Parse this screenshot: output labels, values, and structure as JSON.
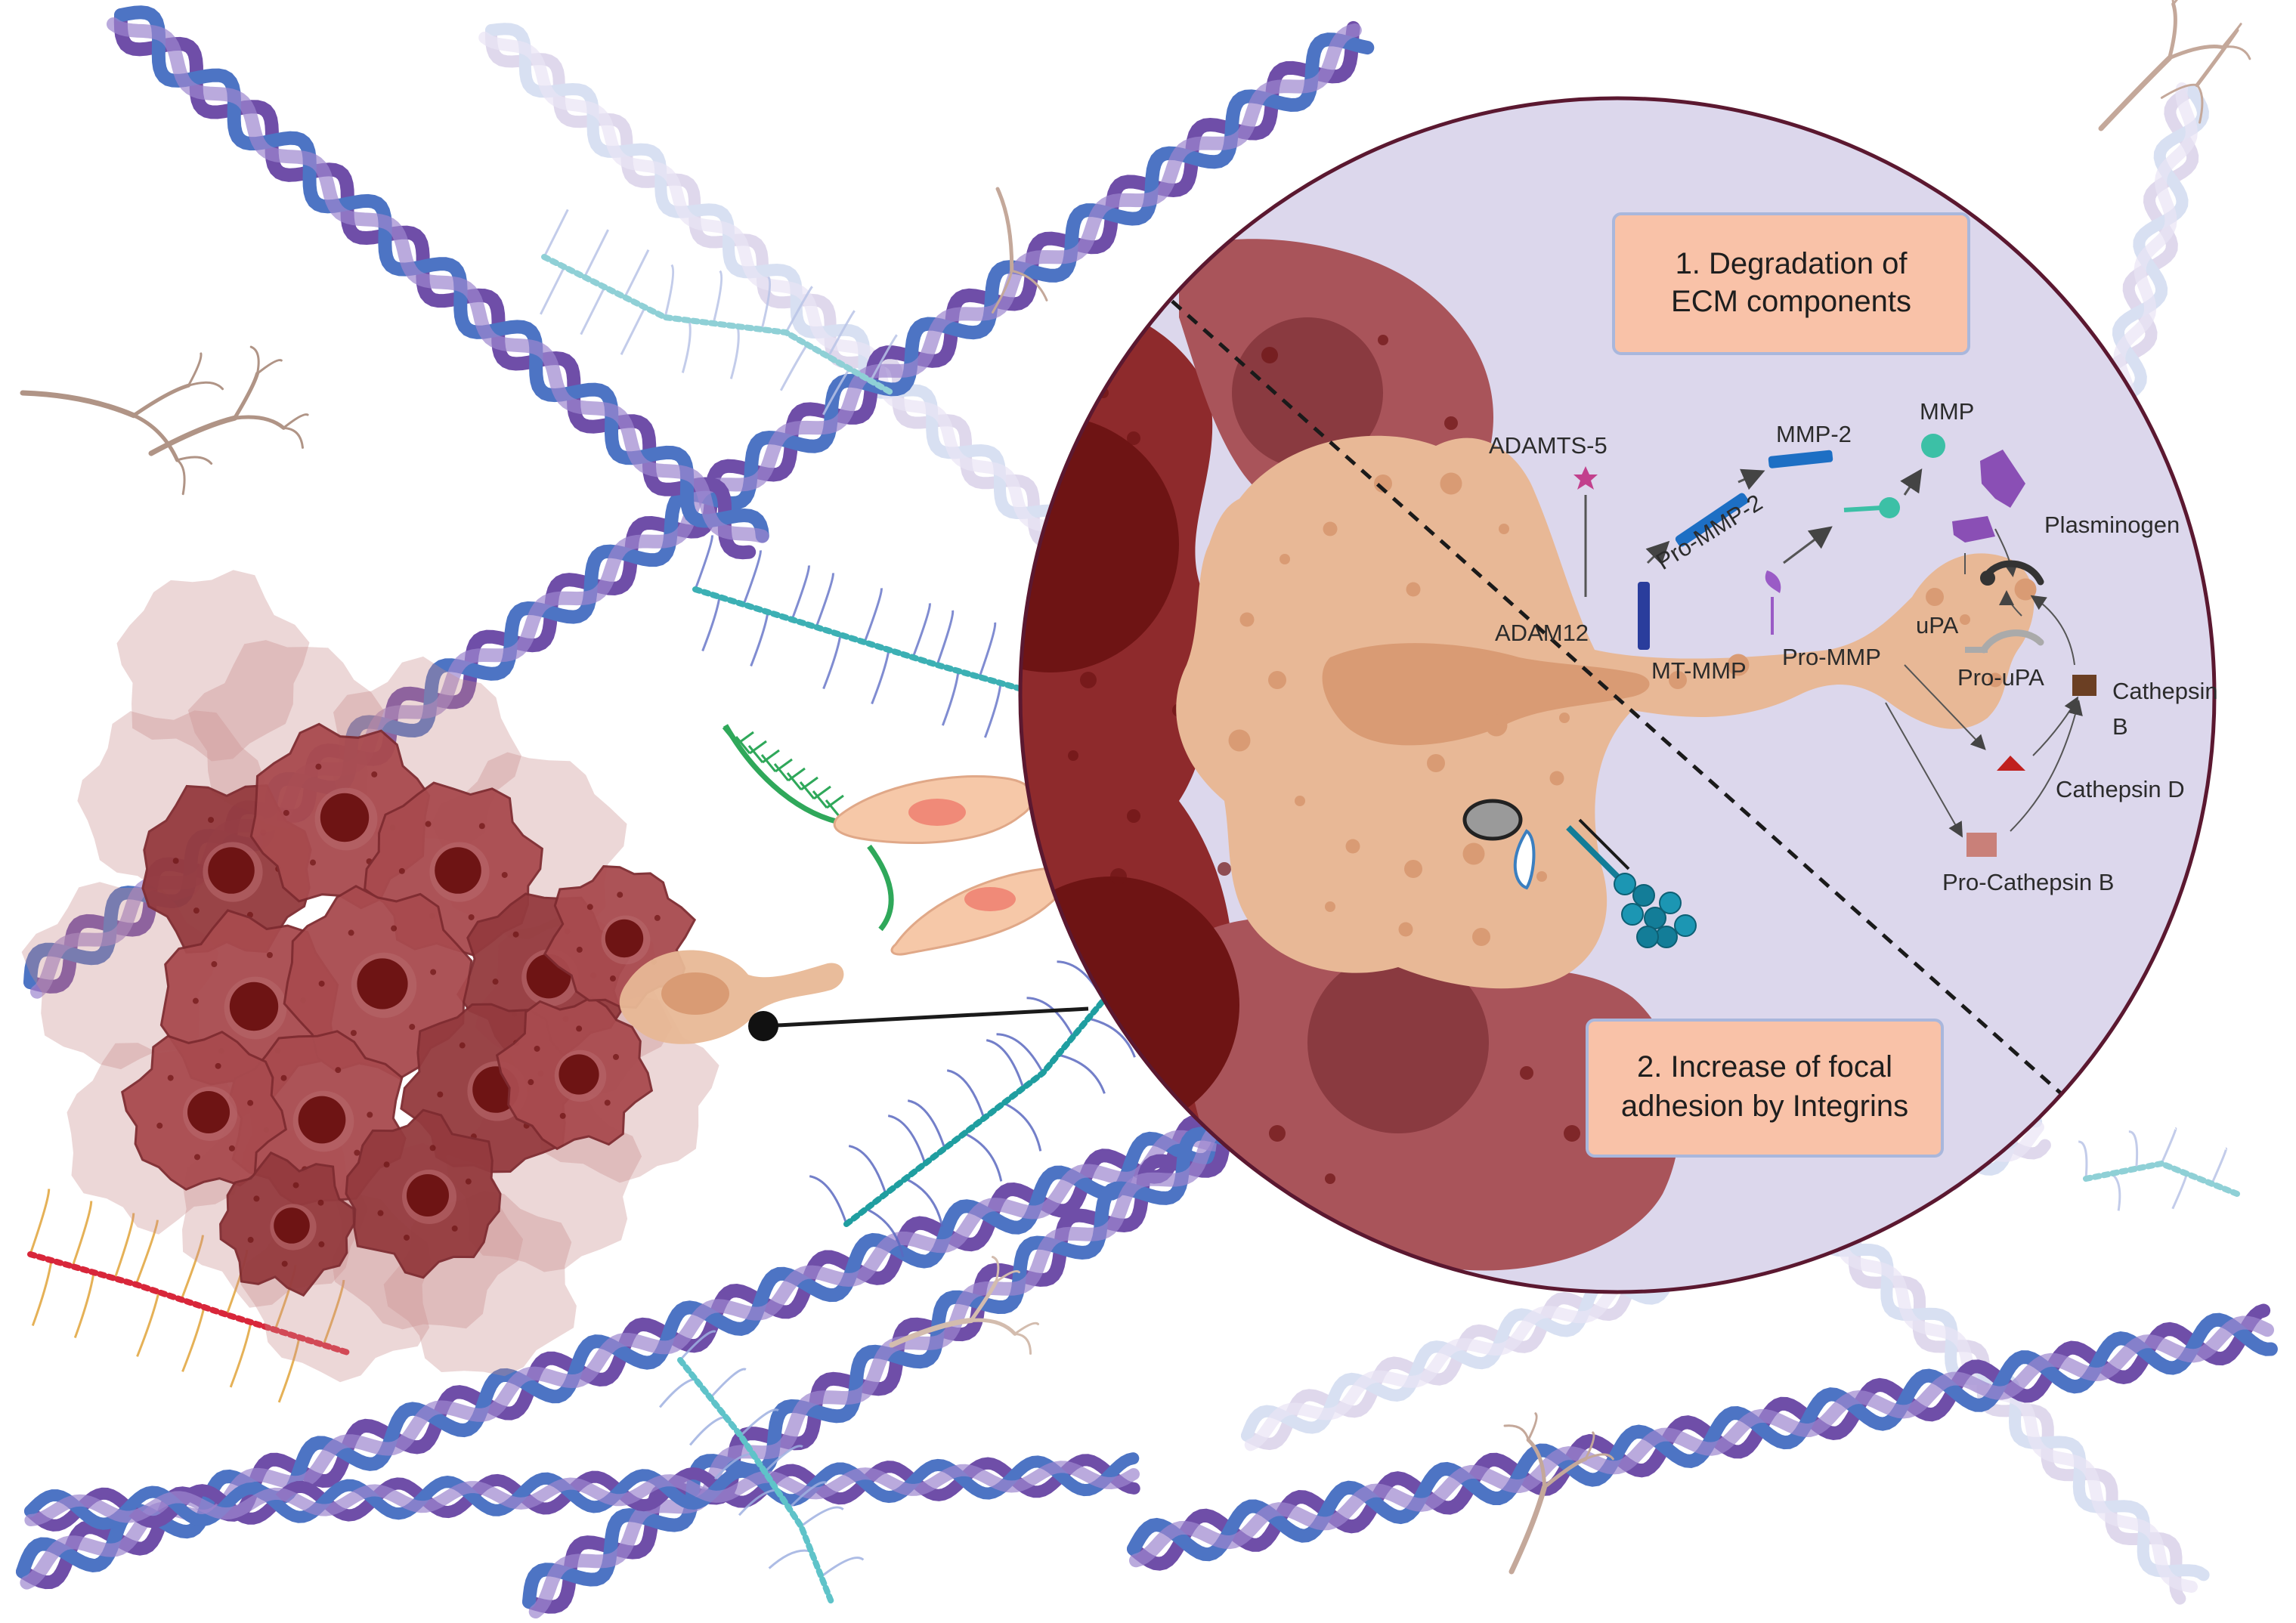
{
  "boxes": {
    "degradation_line1": "1. Degradation of",
    "degradation_line2": "ECM components",
    "adhesion_line1": "2. Increase of focal",
    "adhesion_line2": "adhesion by Integrins"
  },
  "labels": {
    "adamts5": "ADAMTS-5",
    "adam12": "ADAM12",
    "pro_mmp2": "Pro-MMP-2",
    "mmp2": "MMP-2",
    "mmp": "MMP",
    "mt_mmp": "MT-MMP",
    "pro_mmp": "Pro-MMP",
    "plasminogen": "Plasminogen",
    "upa": "uPA",
    "pro_upa": "Pro-uPA",
    "cathepsin_b_line1": "Cathepsin",
    "cathepsin_b_line2": "B",
    "cathepsin_d": "Cathepsin D",
    "pro_cathepsin_b": "Pro-Cathepsin B"
  },
  "colors": {
    "background": "#ffffff",
    "zoom_circle_fill": "#dcd7ec",
    "zoom_circle_stroke": "#5b1830",
    "box_fill": "#f9c2a8",
    "box_stroke": "#a9b7dc",
    "tumor_dark": "#8e2a2c",
    "tumor_light": "#c98b8c",
    "nucleus": "#6e1414",
    "invading_cell": "#e8b896",
    "invading_cell_inner": "#d99b74",
    "collagen_purple": "#6f4ea8",
    "collagen_blue": "#4d74c4",
    "collagen_light": "#b89ad8",
    "mmp2_blue": "#1d6fc4",
    "mt_mmp_navy": "#2a3d9c",
    "mmp_teal": "#3cc0a6",
    "plasminogen_purple": "#8a4fb5",
    "cathepsin_b_brown": "#6b3f23",
    "cathepsin_d_red": "#c0201e",
    "pro_cathepsin_b_pink": "#c98079",
    "integrin_teal": "#137d98"
  },
  "icons": [
    "tumor-mass-icon",
    "invading-cell-icon",
    "collagen-fiber-icon",
    "proteoglycan-icon",
    "integrin-icon",
    "protease-icon"
  ]
}
